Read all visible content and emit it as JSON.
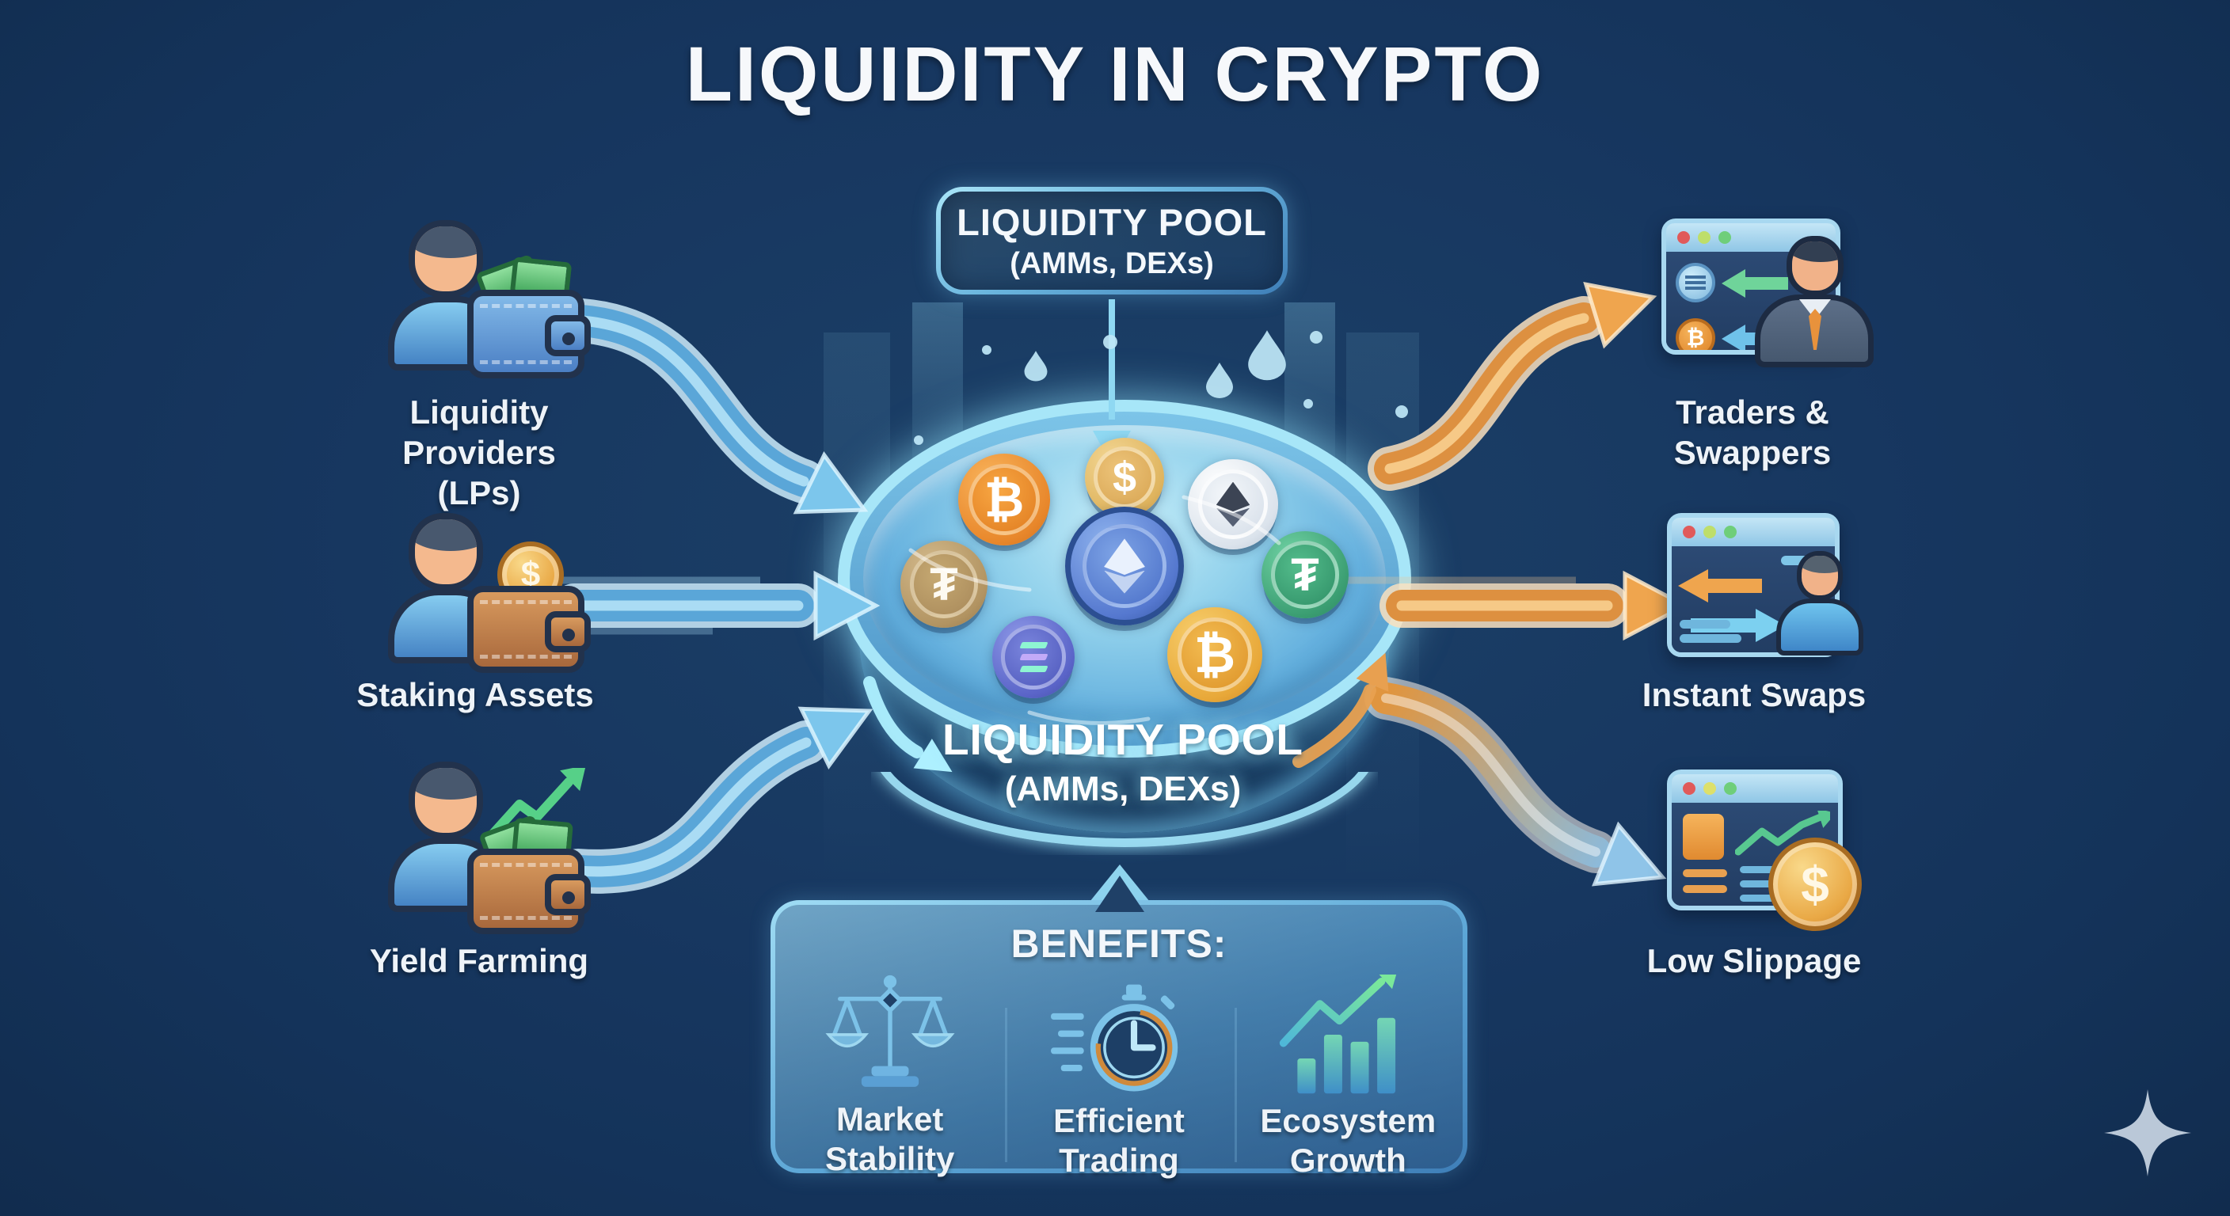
{
  "title": "LIQUIDITY IN CRYPTO",
  "top_box": {
    "line1": "LIQUIDITY POOL",
    "line2": "(AMMs, DEXs)"
  },
  "pool": {
    "label_line1": "LIQUIDITY POOL",
    "label_line2": "(AMMs, DEXs)",
    "coins": [
      {
        "name": "bitcoin-orange",
        "symbol": "₿"
      },
      {
        "name": "dollar-gold",
        "symbol": "$"
      },
      {
        "name": "ethereum-silver",
        "symbol": ""
      },
      {
        "name": "tether-bronze",
        "symbol": "₮"
      },
      {
        "name": "ethereum-blue",
        "symbol": ""
      },
      {
        "name": "tether-green",
        "symbol": "₮"
      },
      {
        "name": "solana",
        "symbol": ""
      },
      {
        "name": "bitcoin-gold",
        "symbol": "₿"
      }
    ]
  },
  "left_items": [
    {
      "label": "Liquidity\nProviders (LPs)",
      "icon": "person-with-wallet-and-bills"
    },
    {
      "label": "Staking Assets",
      "icon": "person-with-wallet-and-coin"
    },
    {
      "label": "Yield Farming",
      "icon": "person-with-wallet-and-growth-arrow"
    }
  ],
  "right_items": [
    {
      "label": "Traders &\nSwappers",
      "icon": "browser-swap-trader",
      "coin_symbol": "₿"
    },
    {
      "label": "Instant Swaps",
      "icon": "browser-swap-arrows"
    },
    {
      "label": "Low Slippage",
      "icon": "browser-chart-dollar",
      "coin_symbol": "$"
    }
  ],
  "benefits": {
    "title": "BENEFITS:",
    "items": [
      {
        "label": "Market\nStability",
        "icon": "balance-scale"
      },
      {
        "label": "Efficient\nTrading",
        "icon": "stopwatch"
      },
      {
        "label": "Ecosystem\nGrowth",
        "icon": "growth-chart"
      }
    ]
  },
  "colors": {
    "background": "#163457",
    "accent_cyan": "#8fd8f2",
    "arrow_blue": "#5aa6d8",
    "arrow_orange": "#dd9040",
    "text": "#f2f6fa"
  }
}
